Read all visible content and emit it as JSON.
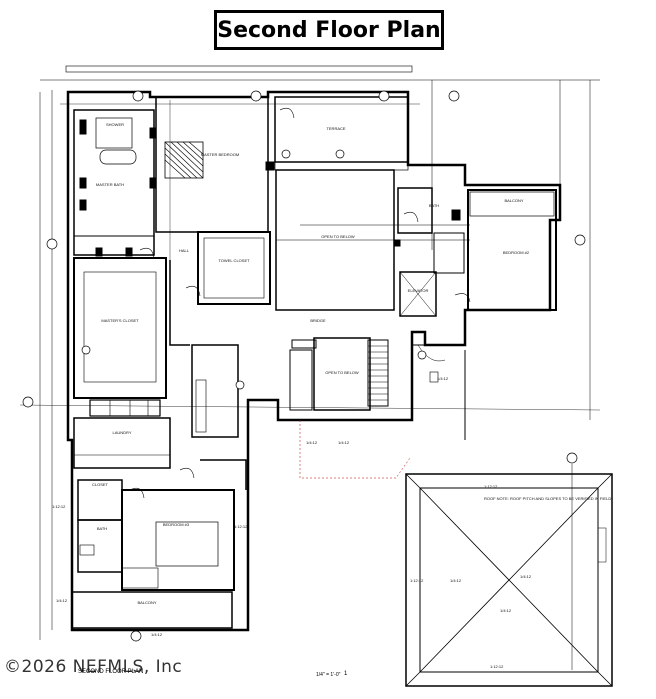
{
  "title": "Second Floor Plan",
  "footer": "©2026 NEFMLS, Inc",
  "plan_caption": "SECOND FLOOR PLAN",
  "scale": "1/4\" = 1'-0\"",
  "sheet": "1",
  "rooms": {
    "master_bedroom": "MASTER BEDROOM",
    "terrace": "TERRACE",
    "master_bath": "MASTER BATH",
    "shower": "SHOWER",
    "hall": "HALL",
    "towel_closet": "TOWEL CLOSET",
    "open_to_below_1": "OPEN TO BELOW",
    "masters_closet": "MASTER'S CLOSET",
    "laundry": "LAUNDRY",
    "elevator": "ELEVATOR",
    "bedroom_2": "BEDROOM #2",
    "open_to_below_2": "OPEN TO BELOW",
    "closet": "CLOSET",
    "bath_1": "BATH",
    "bath_2": "BATH",
    "bedroom_3": "BEDROOM #3",
    "balcony_1": "BALCONY",
    "balcony_2": "BALCONY",
    "bridge": "BRIDGE"
  },
  "pitches": [
    "1/4:12",
    "1/4:12",
    "1:12:12",
    "1/4:12",
    "1:12:12",
    "1/4:12",
    "1/4:12",
    "1/4:12",
    "1/4:12",
    "1:12:12",
    "1:12:12",
    "1/4:12",
    "1:12:12"
  ],
  "roof_note": "ROOF NOTE: ROOF PITCH AND SLOPES TO BE VERIFIED IN FIELD"
}
